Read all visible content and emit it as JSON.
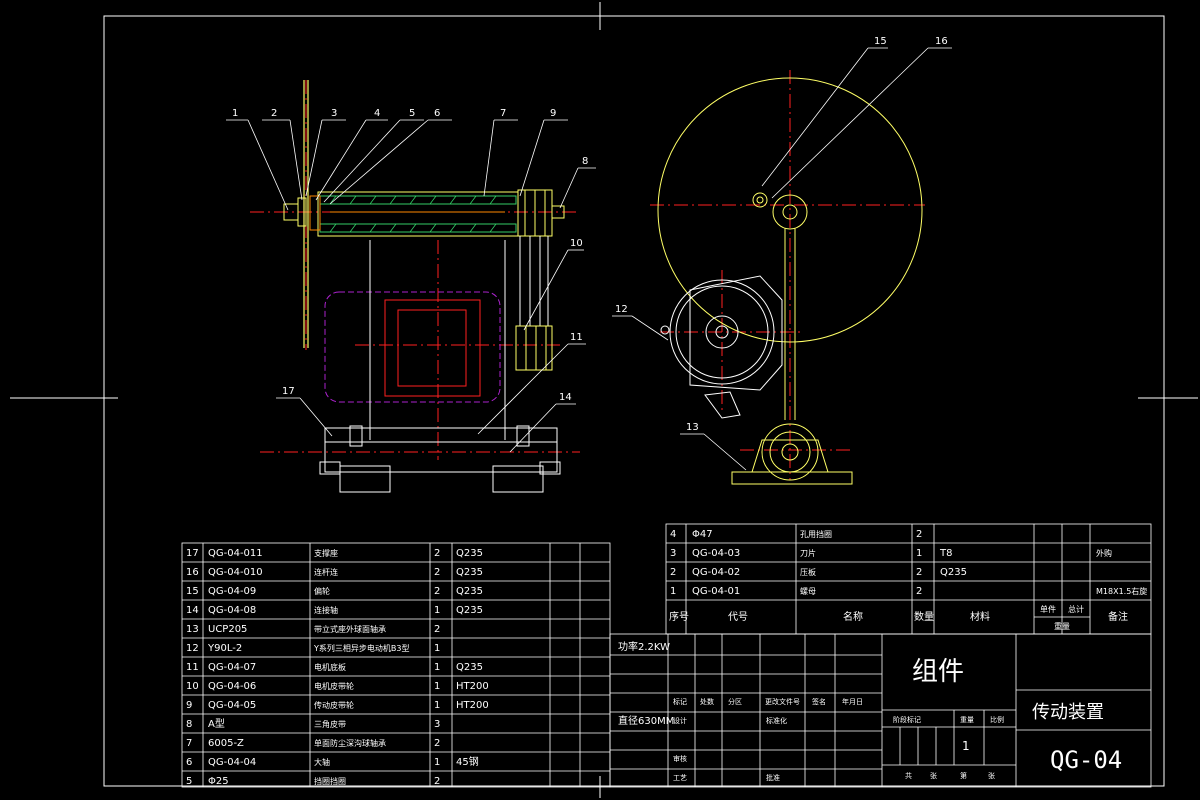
{
  "drawing": {
    "balloons": [
      "1",
      "2",
      "3",
      "4",
      "5",
      "6",
      "7",
      "9",
      "8",
      "10",
      "11",
      "14",
      "17",
      "12",
      "13",
      "15",
      "16"
    ]
  },
  "title_block": {
    "group_label": "组件",
    "title": "传动装置",
    "drawing_no": "QG-04",
    "count": "1",
    "remark_power": "功率2.2KW",
    "remark_dia": "直径630MM",
    "grid_labels": {
      "r1": [
        "标记",
        "处数",
        "分区",
        "更改文件号",
        "签名",
        "年月日"
      ],
      "r2": [
        "设计",
        "标准化"
      ],
      "r3": [
        "审核"
      ],
      "r4": [
        "工艺",
        "批准"
      ],
      "stage_header": [
        "阶段标记",
        "重量",
        "比例"
      ],
      "bottom": [
        "共",
        "张",
        "第",
        "张"
      ]
    }
  },
  "bom_left": {
    "rows": [
      {
        "no": "17",
        "code": "QG-04-011",
        "name": "支撑座",
        "qty": "2",
        "mat": "Q235"
      },
      {
        "no": "16",
        "code": "QG-04-010",
        "name": "连杆连",
        "qty": "2",
        "mat": "Q235"
      },
      {
        "no": "15",
        "code": "QG-04-09",
        "name": "偏轮",
        "qty": "2",
        "mat": "Q235"
      },
      {
        "no": "14",
        "code": "QG-04-08",
        "name": "连接轴",
        "qty": "1",
        "mat": "Q235"
      },
      {
        "no": "13",
        "code": "UCP205",
        "name": "带立式座外球面轴承",
        "qty": "2",
        "mat": ""
      },
      {
        "no": "12",
        "code": "Y90L-2",
        "name": "Y系列三相异步电动机B3型",
        "qty": "1",
        "mat": ""
      },
      {
        "no": "11",
        "code": "QG-04-07",
        "name": "电机底板",
        "qty": "1",
        "mat": "Q235"
      },
      {
        "no": "10",
        "code": "QG-04-06",
        "name": "电机皮带轮",
        "qty": "1",
        "mat": "HT200"
      },
      {
        "no": "9",
        "code": "QG-04-05",
        "name": "传动皮带轮",
        "qty": "1",
        "mat": "HT200"
      },
      {
        "no": "8",
        "code": "A型",
        "name": "三角皮带",
        "qty": "3",
        "mat": ""
      },
      {
        "no": "7",
        "code": "6005-Z",
        "name": "单面防尘深沟球轴承",
        "qty": "2",
        "mat": ""
      },
      {
        "no": "6",
        "code": "QG-04-04",
        "name": "大轴",
        "qty": "1",
        "mat": "45钢"
      },
      {
        "no": "5",
        "code": "Φ25",
        "name": "挡圈挡圈",
        "qty": "2",
        "mat": ""
      }
    ]
  },
  "bom_right": {
    "rows": [
      {
        "no": "4",
        "code": "Φ47",
        "name": "孔用挡圈",
        "qty": "2",
        "mat": "",
        "note": ""
      },
      {
        "no": "3",
        "code": "QG-04-03",
        "name": "刀片",
        "qty": "1",
        "mat": "T8",
        "note": "外购"
      },
      {
        "no": "2",
        "code": "QG-04-02",
        "name": "压板",
        "qty": "2",
        "mat": "Q235",
        "note": ""
      },
      {
        "no": "1",
        "code": "QG-04-01",
        "name": "螺母",
        "qty": "2",
        "mat": "",
        "note": "M18X1.5右旋"
      }
    ],
    "header": {
      "no": "序号",
      "code": "代号",
      "name": "名称",
      "qty": "数量",
      "mat": "材料",
      "single": "单件",
      "total": "总计",
      "weight": "重量",
      "note": "备注"
    }
  },
  "colors": {
    "frame": "#ffffff",
    "center_line": "#ff2020",
    "part_outline": "#ffff66",
    "hatch": "#33cc66",
    "motor_outline": "#aa22cc",
    "text": "#ffffff",
    "leader": "#ffffff"
  }
}
